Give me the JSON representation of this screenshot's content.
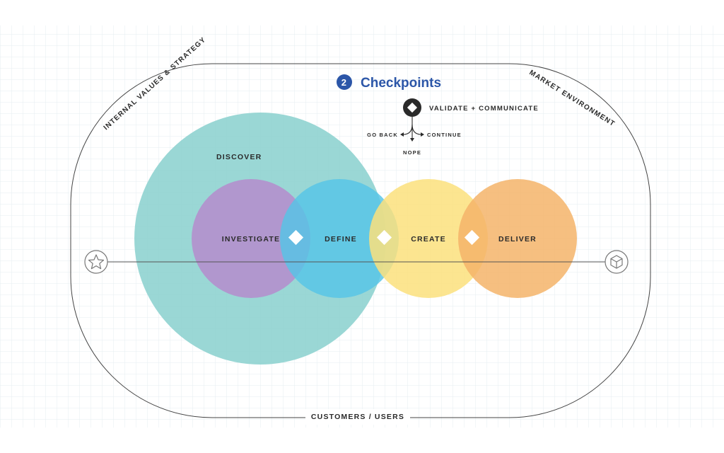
{
  "checkpoints": {
    "number": "2",
    "title": "Checkpoints"
  },
  "legend": {
    "validate_label": "VALIDATE + COMMUNICATE",
    "go_back": "GO BACK",
    "continue": "CONTINUE",
    "nope": "NOPE"
  },
  "boundary": {
    "top_left": "INTERNAL VALUES & STRATEGY",
    "top_right": "MARKET ENVIRONMENT",
    "bottom": "CUSTOMERS / USERS"
  },
  "phases": {
    "discover": "DISCOVER",
    "investigate": "INVESTIGATE",
    "define": "DEFINE",
    "create": "CREATE",
    "deliver": "DELIVER"
  },
  "endpoints": {
    "left_icon": "star-icon",
    "right_icon": "box-icon"
  },
  "colors": {
    "discover": "#8fd3d0",
    "investigate": "#b58ccc",
    "define": "#5cc8e6",
    "create": "#fbe07d",
    "deliver": "#f5b46a",
    "accent_blue": "#2c56a8",
    "ink": "#2a2a2a",
    "grid": "#e8eef2"
  }
}
